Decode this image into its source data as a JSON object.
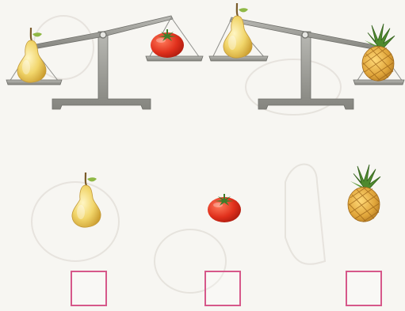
{
  "scene": {
    "background_color": "#f7f6f2",
    "scale_color": "#8f8f8b",
    "box_color": "#d6588a"
  },
  "scales": [
    {
      "left_pan": "pear-icon",
      "right_pan": "tomato-icon",
      "heavier_side": "left"
    },
    {
      "left_pan": "pear-icon",
      "right_pan": "pineapple-icon",
      "heavier_side": "right"
    }
  ],
  "fruits": [
    {
      "name": "pear",
      "icon": "pear-icon",
      "answer_box": ""
    },
    {
      "name": "tomato",
      "icon": "tomato-icon",
      "answer_box": ""
    },
    {
      "name": "pineapple",
      "icon": "pineapple-icon",
      "answer_box": ""
    }
  ]
}
